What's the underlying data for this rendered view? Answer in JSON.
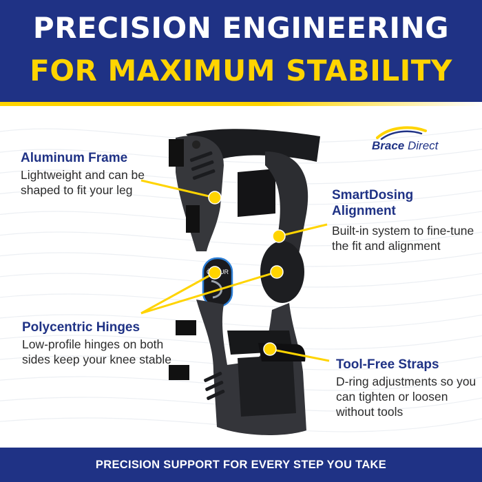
{
  "header": {
    "title_line1": "PRECISION ENGINEERING",
    "title_line2": "FOR MAXIMUM STABILITY"
  },
  "brand": {
    "word1": "Brace",
    "word2": "Direct",
    "logo_icon": "swoosh-logo"
  },
  "product": {
    "image_icon": "knee-brace",
    "hinge_label": "ÖSSUR"
  },
  "features": {
    "aluminum": {
      "title": "Aluminum Frame",
      "description": "Lightweight and can be shaped to fit your leg"
    },
    "smartdosing": {
      "title": "SmartDosing Alignment",
      "description": "Built-in system to fine-tune the fit and alignment"
    },
    "hinges": {
      "title": "Polycentric Hinges",
      "description": "Low-profile hinges on both sides keep your knee stable"
    },
    "straps": {
      "title": "Tool-Free Straps",
      "description": "D-ring adjustments so you can tighten or loosen without tools"
    }
  },
  "footer": {
    "tagline": "PRECISION SUPPORT FOR EVERY STEP YOU TAKE"
  },
  "colors": {
    "navy": "#1f3285",
    "yellow": "#ffd400",
    "brace_dark": "#2e2f33",
    "text": "#2b2b2b"
  }
}
